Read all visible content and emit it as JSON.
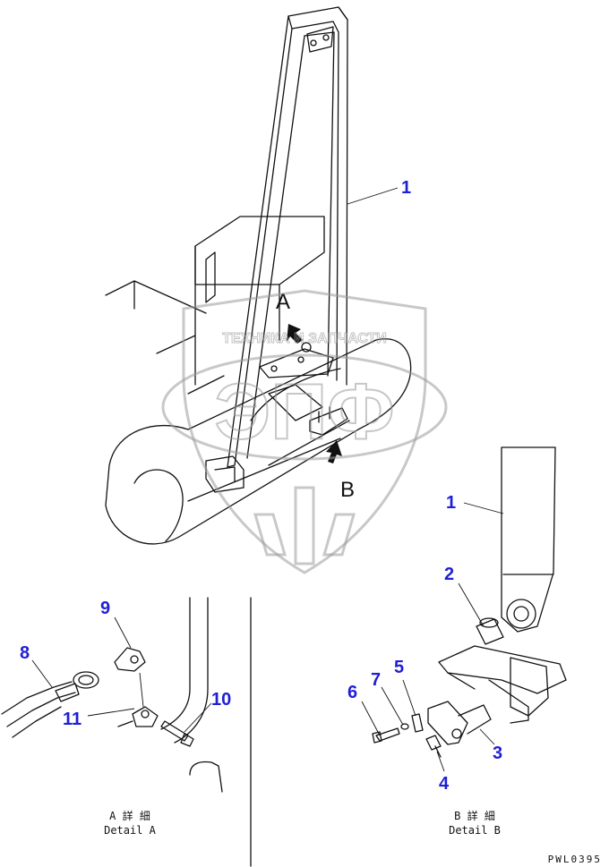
{
  "callouts": {
    "c1_main": "1",
    "c1_detail": "1",
    "c2": "2",
    "c3": "3",
    "c4": "4",
    "c5": "5",
    "c6": "6",
    "c7": "7",
    "c8": "8",
    "c9": "9",
    "c10": "10",
    "c11": "11"
  },
  "view_letters": {
    "a": "A",
    "b": "B"
  },
  "captions": {
    "detail_a_jp": "A 詳 細",
    "detail_a_en": "Detail A",
    "detail_b_jp": "B 詳 細",
    "detail_b_en": "Detail B"
  },
  "drawing_code": "PWL0395",
  "watermark": {
    "top_text": "ТЕХНИКА И ЗАПЧАСТИ",
    "big_text": "ЭПФ"
  },
  "colors": {
    "callout": "#1f1fd6",
    "line": "#111111",
    "watermark": "#9a9a9a"
  }
}
